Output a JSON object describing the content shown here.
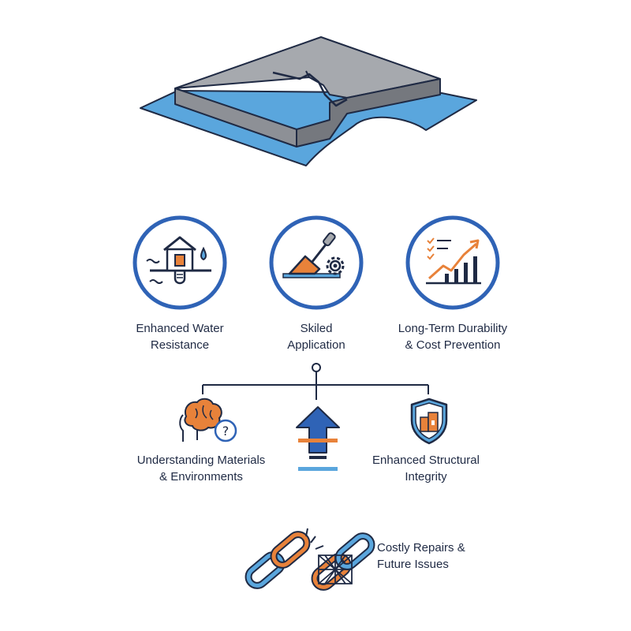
{
  "colors": {
    "navy": "#1f2a44",
    "blue": "#2f63b6",
    "light_blue": "#5aa6dd",
    "orange": "#e8823a",
    "slab_gray": "#a6a9ae"
  },
  "hero": {
    "icon": "cracked-slab-on-water-icon"
  },
  "benefits": [
    {
      "icon": "house-water-icon",
      "line1": "Enhanced Water",
      "line2": "Resistance"
    },
    {
      "icon": "trowel-gear-icon",
      "line1": "Skiled",
      "line2": "Application"
    },
    {
      "icon": "rising-chart-icon",
      "line1": "Long-Term Durability",
      "line2": "& Cost Prevention"
    }
  ],
  "outcomes": {
    "left": {
      "icon": "brain-question-icon",
      "line1": "Understanding Materials",
      "line2": "& Environments"
    },
    "center": {
      "icon": "up-arrow-icon"
    },
    "right": {
      "icon": "shield-building-icon",
      "line1": "Enhanced Structural",
      "line2": "Integrity"
    }
  },
  "risk": {
    "icon": "broken-chain-icon",
    "line1": "Costly Repairs &",
    "line2": "Future Issues"
  }
}
